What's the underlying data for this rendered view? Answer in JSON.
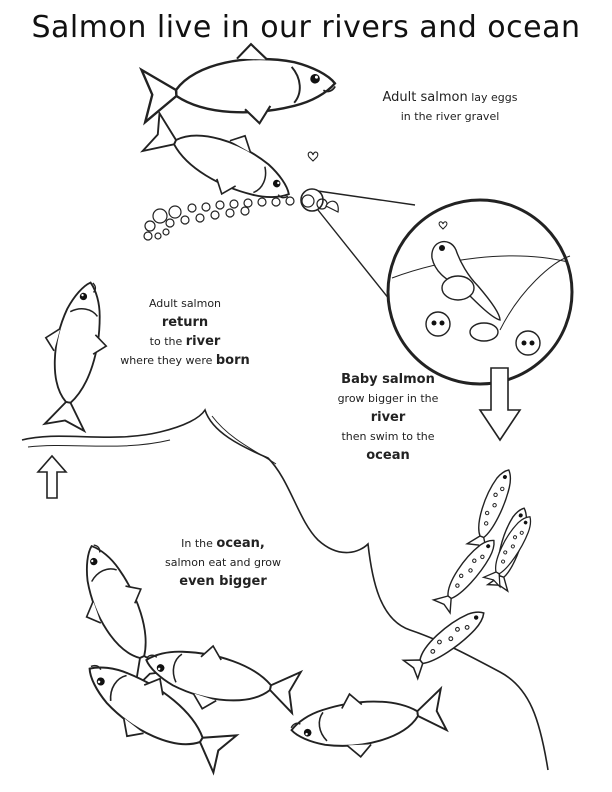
{
  "title": "Salmon live in our rivers and ocean",
  "captions": {
    "adult_spawn": {
      "bold": "Adult salmon",
      "rest": "lay eggs",
      "line2": "in the river gravel"
    },
    "return": {
      "line1": "Adult salmon",
      "bold1": "return",
      "line3a": "to the",
      "bold2": "river",
      "line4a": "where they were",
      "bold3": "born"
    },
    "baby": {
      "bold1": "Baby salmon",
      "line2": "grow bigger in the",
      "bold2": "river",
      "line4": "then swim to the",
      "bold3": "ocean"
    },
    "ocean": {
      "line1a": "In the",
      "bold1": "ocean,",
      "line2": "salmon eat and grow",
      "bold2": "even bigger"
    }
  },
  "icons": [
    "adult-salmon-icon",
    "egg-icon",
    "alevin-icon",
    "fry-icon",
    "ocean-salmon-icon",
    "arrow-icon",
    "magnifier-circle-icon"
  ]
}
